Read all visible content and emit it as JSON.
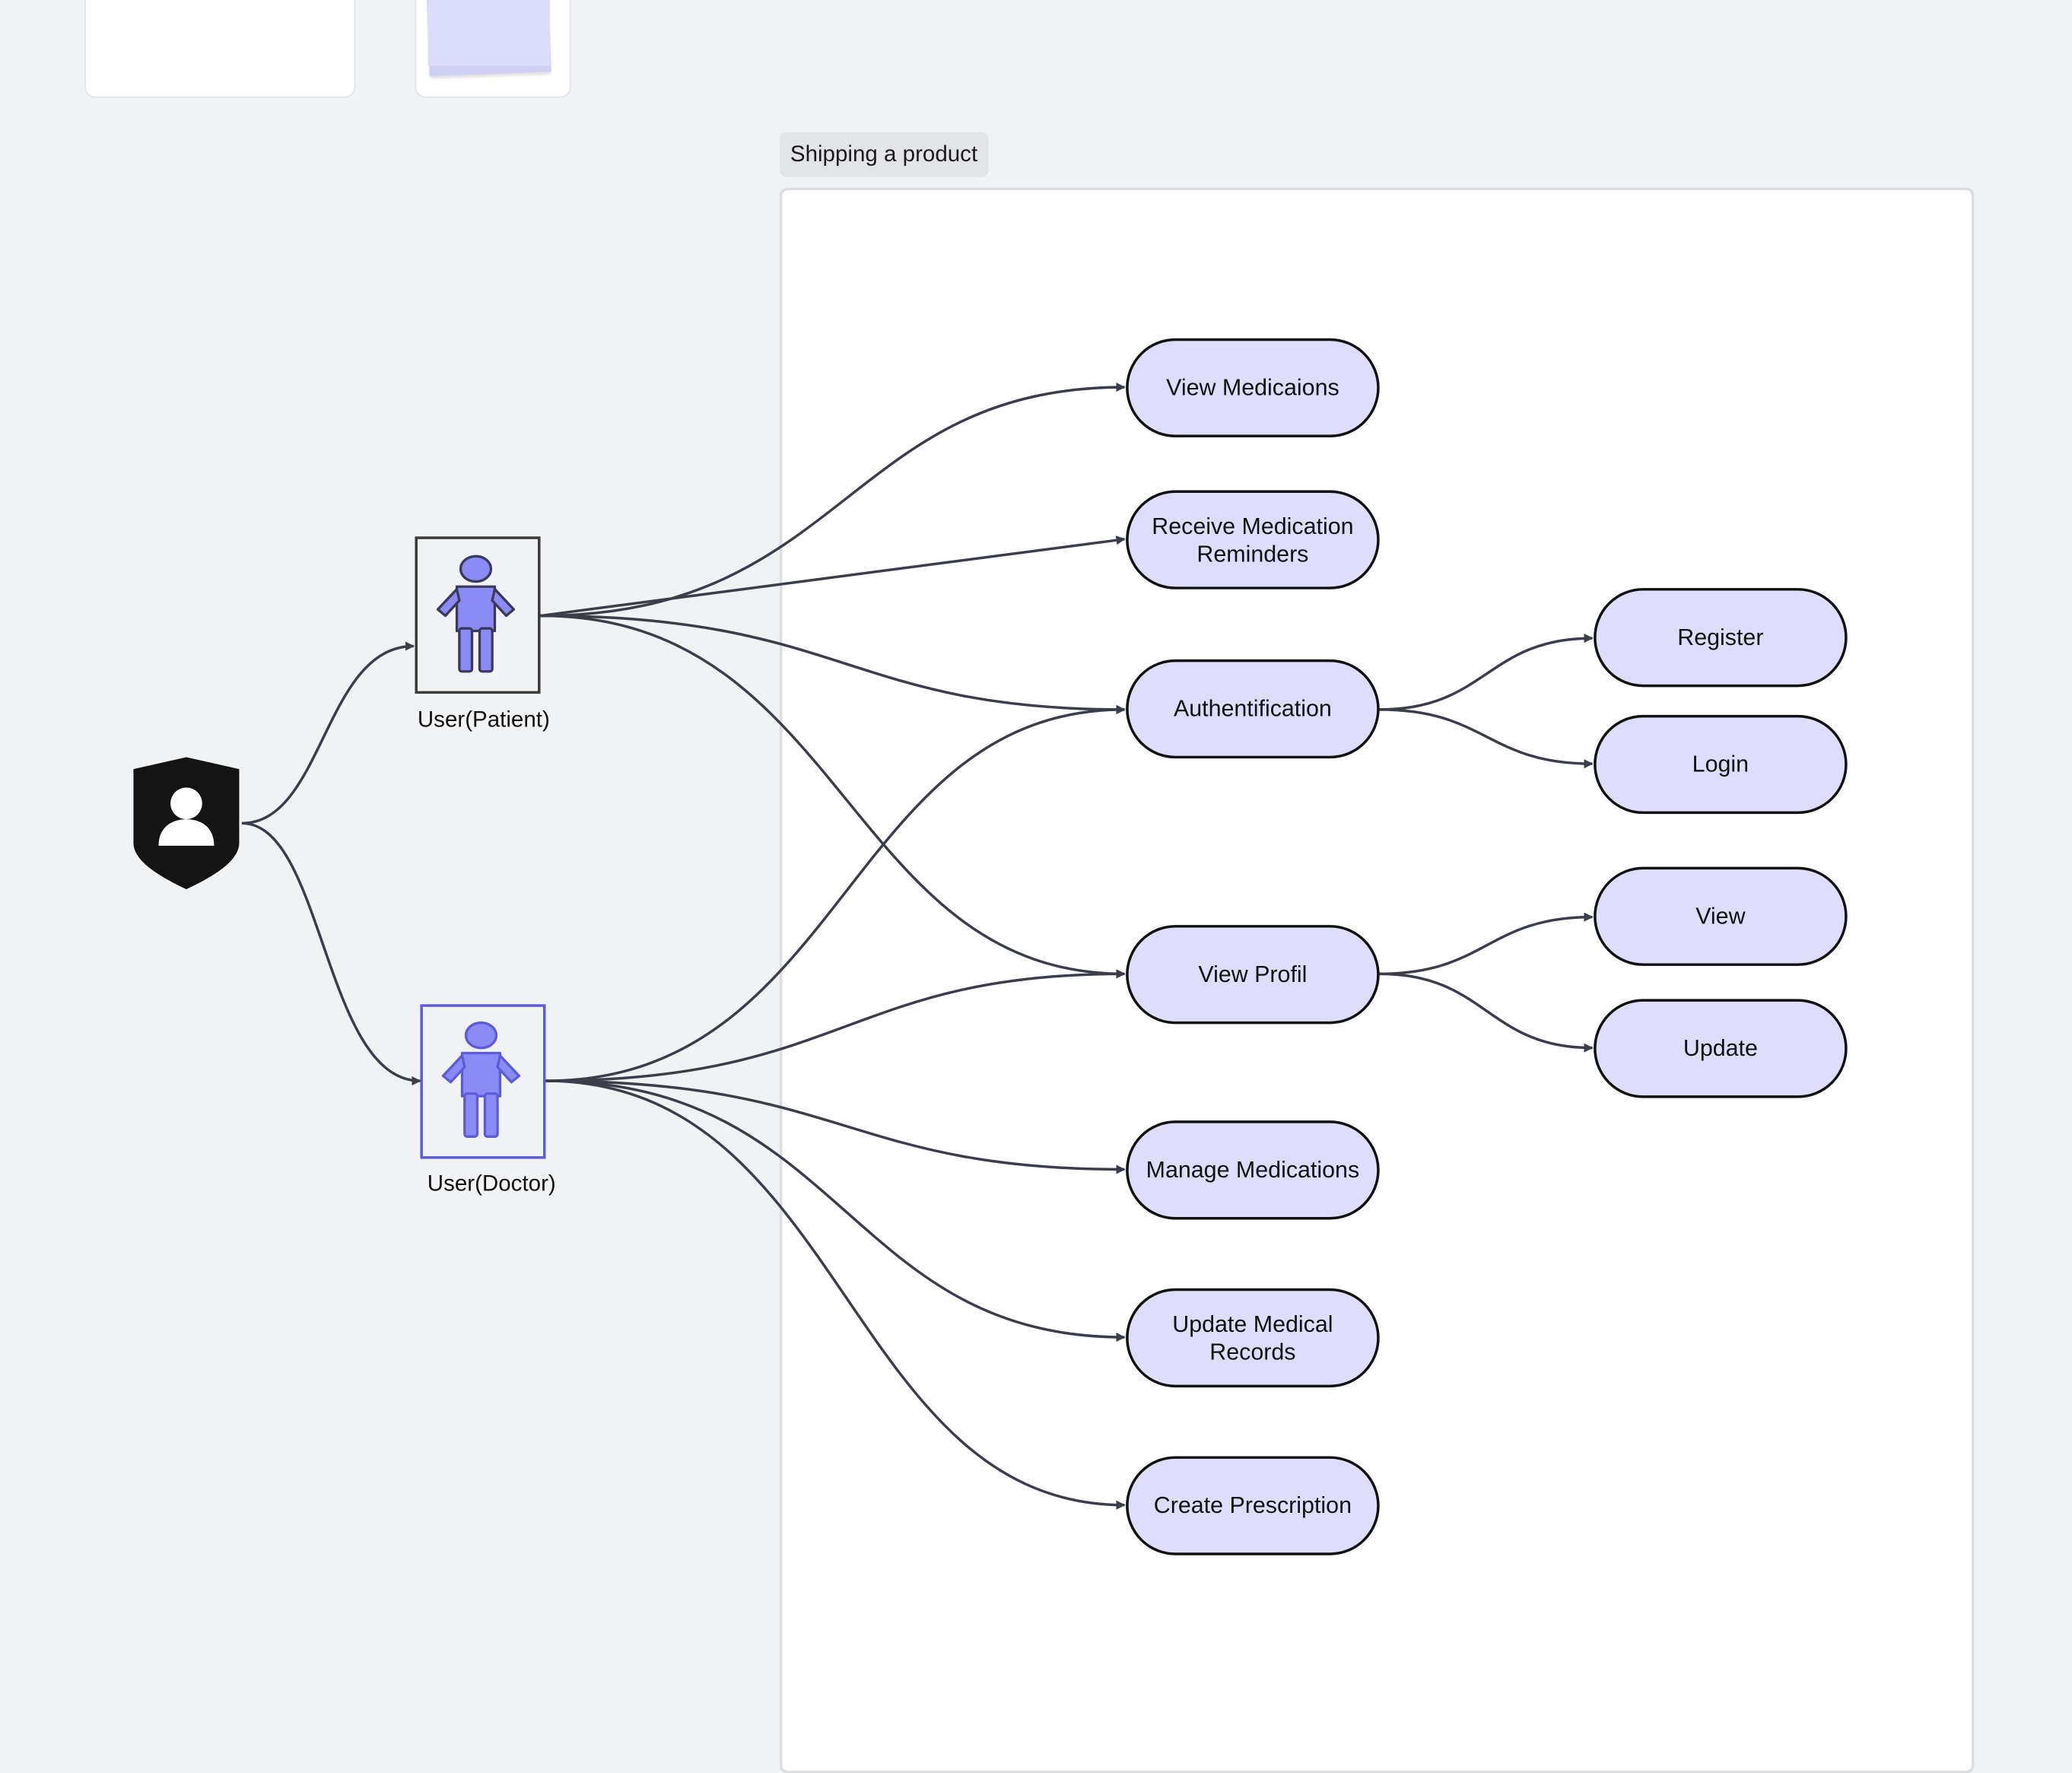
{
  "frame": {
    "title": "Shipping a product"
  },
  "actors": {
    "patient": "User(Patient)",
    "doctor": "User(Doctor)"
  },
  "icons": {
    "admin": "admin-shield-icon",
    "person": "person-icon",
    "sticky_note": "sticky-note-icon"
  },
  "use_cases": {
    "view_medications": "View Medicaions",
    "receive_reminders": "Receive Medication Reminders",
    "authentification": "Authentification",
    "register": "Register",
    "login": "Login",
    "view_profil": "View Profil",
    "view": "View",
    "update": "Update",
    "manage_medications": "Manage Medications",
    "update_records": "Update Medical Records",
    "create_prescription": "Create Prescription"
  },
  "colors": {
    "canvas": "#f1f2f4",
    "use_case_fill": "#dedefc",
    "actor_figure": "#8b8bf5",
    "doctor_border": "#5c5cd6",
    "connector": "#3b3e4a"
  }
}
